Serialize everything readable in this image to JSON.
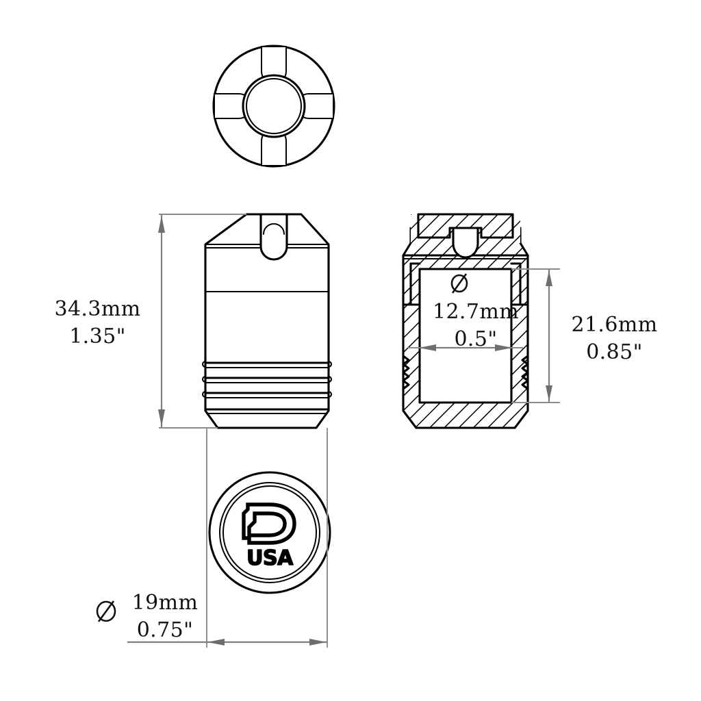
{
  "sheet": {
    "title": "Technical part drawing — threaded insert / knurled bushing",
    "background_color": "#ffffff",
    "line_color": "#000000",
    "dimension_color": "#7f7f7f"
  },
  "views": {
    "top": {
      "name": "top-view",
      "description": "Round end view with four radial slots and central bore"
    },
    "front": {
      "name": "front-view",
      "description": "Side elevation with chamfered top, alignment pin and knurled grooves"
    },
    "section": {
      "name": "section-view",
      "description": "Cross-section with hatching showing the through bore"
    },
    "bottom": {
      "name": "bottom-view",
      "description": "Circular face with D USA logo"
    }
  },
  "dimensions": {
    "length": {
      "id": "dim-length",
      "metric": "34.3mm",
      "imperial": "1.35\"",
      "has_diameter_symbol": false,
      "orientation": "vertical"
    },
    "bore": {
      "id": "dim-bore",
      "metric": "12.7mm",
      "imperial": "0.5\"",
      "has_diameter_symbol": true,
      "diameter_symbol": "Ø",
      "orientation": "horizontal"
    },
    "height": {
      "id": "dim-height",
      "metric": "21.6mm",
      "imperial": "0.85\"",
      "has_diameter_symbol": false,
      "orientation": "vertical"
    },
    "outer_diameter": {
      "id": "dim-outer-diameter",
      "metric": "19mm",
      "imperial": "0.75\"",
      "has_diameter_symbol": true,
      "diameter_symbol": "Ø",
      "orientation": "horizontal"
    }
  },
  "logo": {
    "mark": "D",
    "country_text": "USA"
  }
}
